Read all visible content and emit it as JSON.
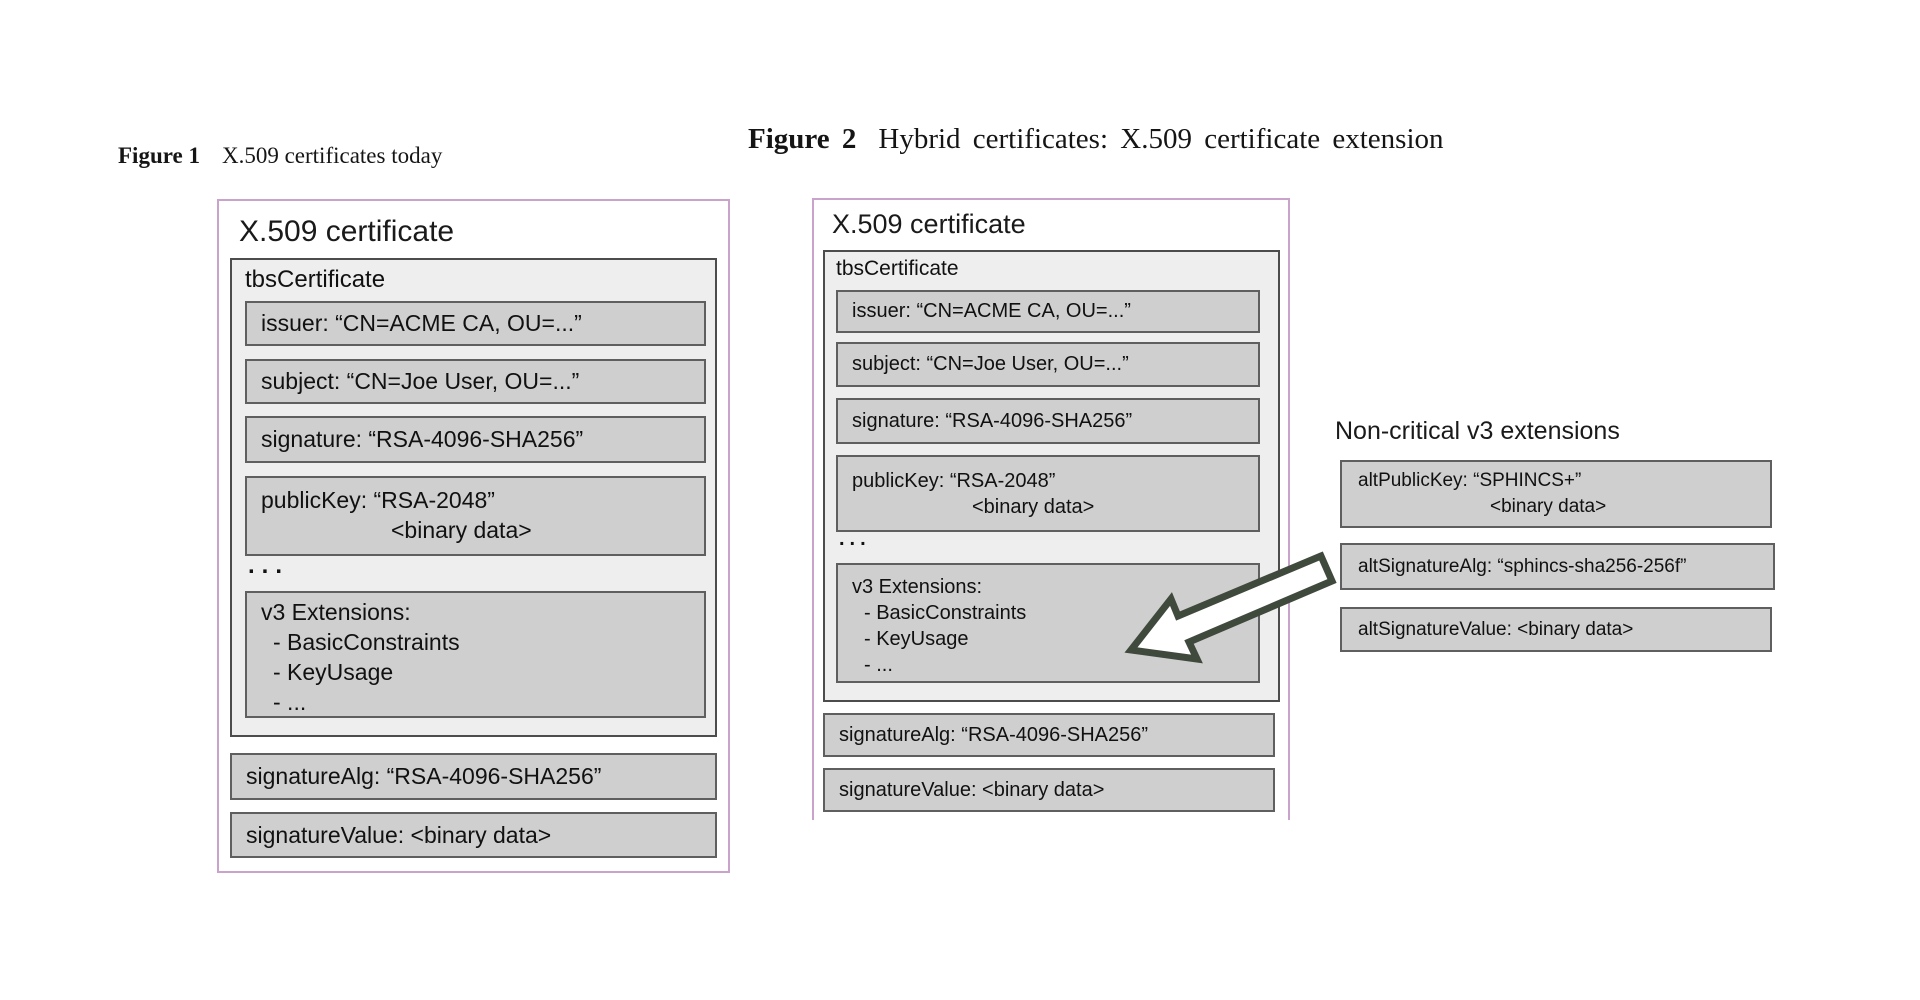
{
  "colors": {
    "frame_border": "#c9a3cb",
    "inner_panel_bg": "#eeeeee",
    "row_bg": "#cfcfcf",
    "row_border": "#5f5f5f",
    "arrow_outline": "#3f4a3d",
    "arrow_fill": "#ffffff",
    "text": "#111111"
  },
  "fig1": {
    "caption_label": "Figure 1",
    "caption_text": "X.509 certificates today",
    "title": "X.509 certificate",
    "tbs_label": "tbsCertificate",
    "rows": {
      "issuer": "issuer: “CN=ACME CA, OU=...”",
      "subject": "subject: “CN=Joe User, OU=...”",
      "signature": "signature: “RSA-4096-SHA256”",
      "publicKey_line1": "publicKey:  “RSA-2048”",
      "publicKey_line2": "<binary data>",
      "ellipsis": "...",
      "v3_title": "v3 Extensions:",
      "v3_items": [
        "- BasicConstraints",
        "- KeyUsage",
        "- ..."
      ]
    },
    "signatureAlg": "signatureAlg: “RSA-4096-SHA256”",
    "signatureValue": "signatureValue: <binary data>"
  },
  "fig2": {
    "caption_label": "Figure 2",
    "caption_text": "Hybrid certificates: X.509 certificate extension",
    "title": "X.509 certificate",
    "tbs_label": "tbsCertificate",
    "rows": {
      "issuer": "issuer: “CN=ACME CA, OU=...”",
      "subject": "subject: “CN=Joe User, OU=...”",
      "signature": "signature: “RSA-4096-SHA256”",
      "publicKey_line1": "publicKey:  “RSA-2048”",
      "publicKey_line2": "<binary data>",
      "ellipsis": "...",
      "v3_title": "v3 Extensions:",
      "v3_items": [
        "- BasicConstraints",
        "- KeyUsage",
        "- ..."
      ]
    },
    "signatureAlg": "signatureAlg: “RSA-4096-SHA256”",
    "signatureValue": "signatureValue: <binary data>"
  },
  "extensions_panel": {
    "heading": "Non-critical v3 extensions",
    "altPublicKey_line1": "altPublicKey: “SPHINCS+”",
    "altPublicKey_line2": "<binary data>",
    "altSignatureAlg": "altSignatureAlg: “sphincs-sha256-256f”",
    "altSignatureValue": "altSignatureValue: <binary data>"
  }
}
